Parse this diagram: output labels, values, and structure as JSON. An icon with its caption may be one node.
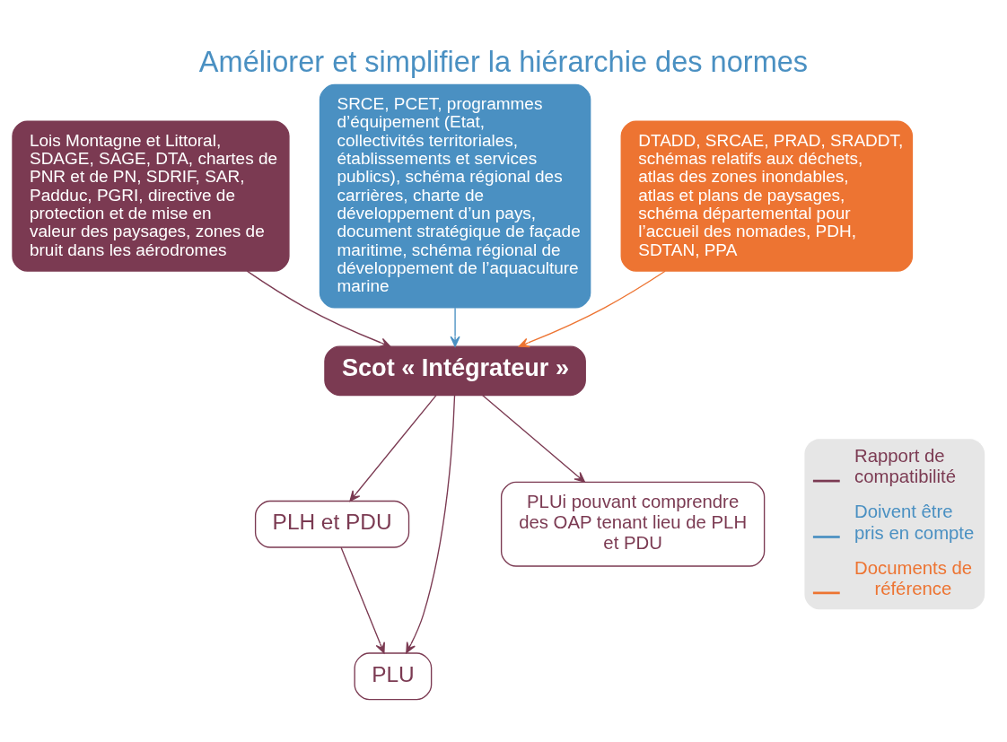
{
  "diagram": {
    "title": "Améliorer et simplifier la hiérarchie des normes",
    "nodes": [
      {
        "text": [
          "Lois Montagne et Littoral, SDAGE, SAGE, DTA, chartes de PNR et de PN, SDRIF, SAR, Padduc, PGRI, directive de protection et de mise en valeur des paysages, zones de bruit dans les aérodromes"
        ]
      },
      {
        "text": [
          "SRCE, PCET, programmes d’équipement (Etat, collectivités territoriales, établissements et services publics), schéma régional des carrières, charte de développement d’un pays, document stratégique de façade maritime, schéma régional de développement de l’aquaculture marine"
        ]
      },
      {
        "text": [
          "DTADD, SRCAE, PRAD, SRADDT, schémas relatifs aux déchets, atlas des zones inondables, atlas et plans de paysages, schéma départemental pour l’accueil des nomades, PDH, SDTAN, PPA"
        ]
      },
      {
        "text": [
          "Scot « Intégrateur »"
        ]
      },
      {
        "text": [
          "PLH et PDU"
        ]
      },
      {
        "text": [
          "PLU"
        ]
      },
      {
        "text": [
          "PLUi pouvant comprendre des OAP tenant lieu de PLH et PDU"
        ]
      }
    ],
    "edges": [
      {
        "from": 0,
        "to": 3,
        "arrow": "to"
      },
      {
        "from": 1,
        "to": 3,
        "arrow": "to",
        "color": "#4a90c2"
      },
      {
        "from": 2,
        "to": 3,
        "arrow": "to",
        "color": "#ed7432"
      },
      {
        "from": 3,
        "to": 4,
        "arrow": "to"
      },
      {
        "from": 3,
        "to": 5,
        "arrow": "to"
      },
      {
        "from": 3,
        "to": 6,
        "arrow": "to"
      },
      {
        "from": 4,
        "to": 5,
        "arrow": "to"
      }
    ],
    "legend": [
      {
        "text": "Rapport de compatibilité"
      },
      {
        "text": "Doivent être pris en compte"
      },
      {
        "text": "Documents de référence"
      }
    ]
  }
}
